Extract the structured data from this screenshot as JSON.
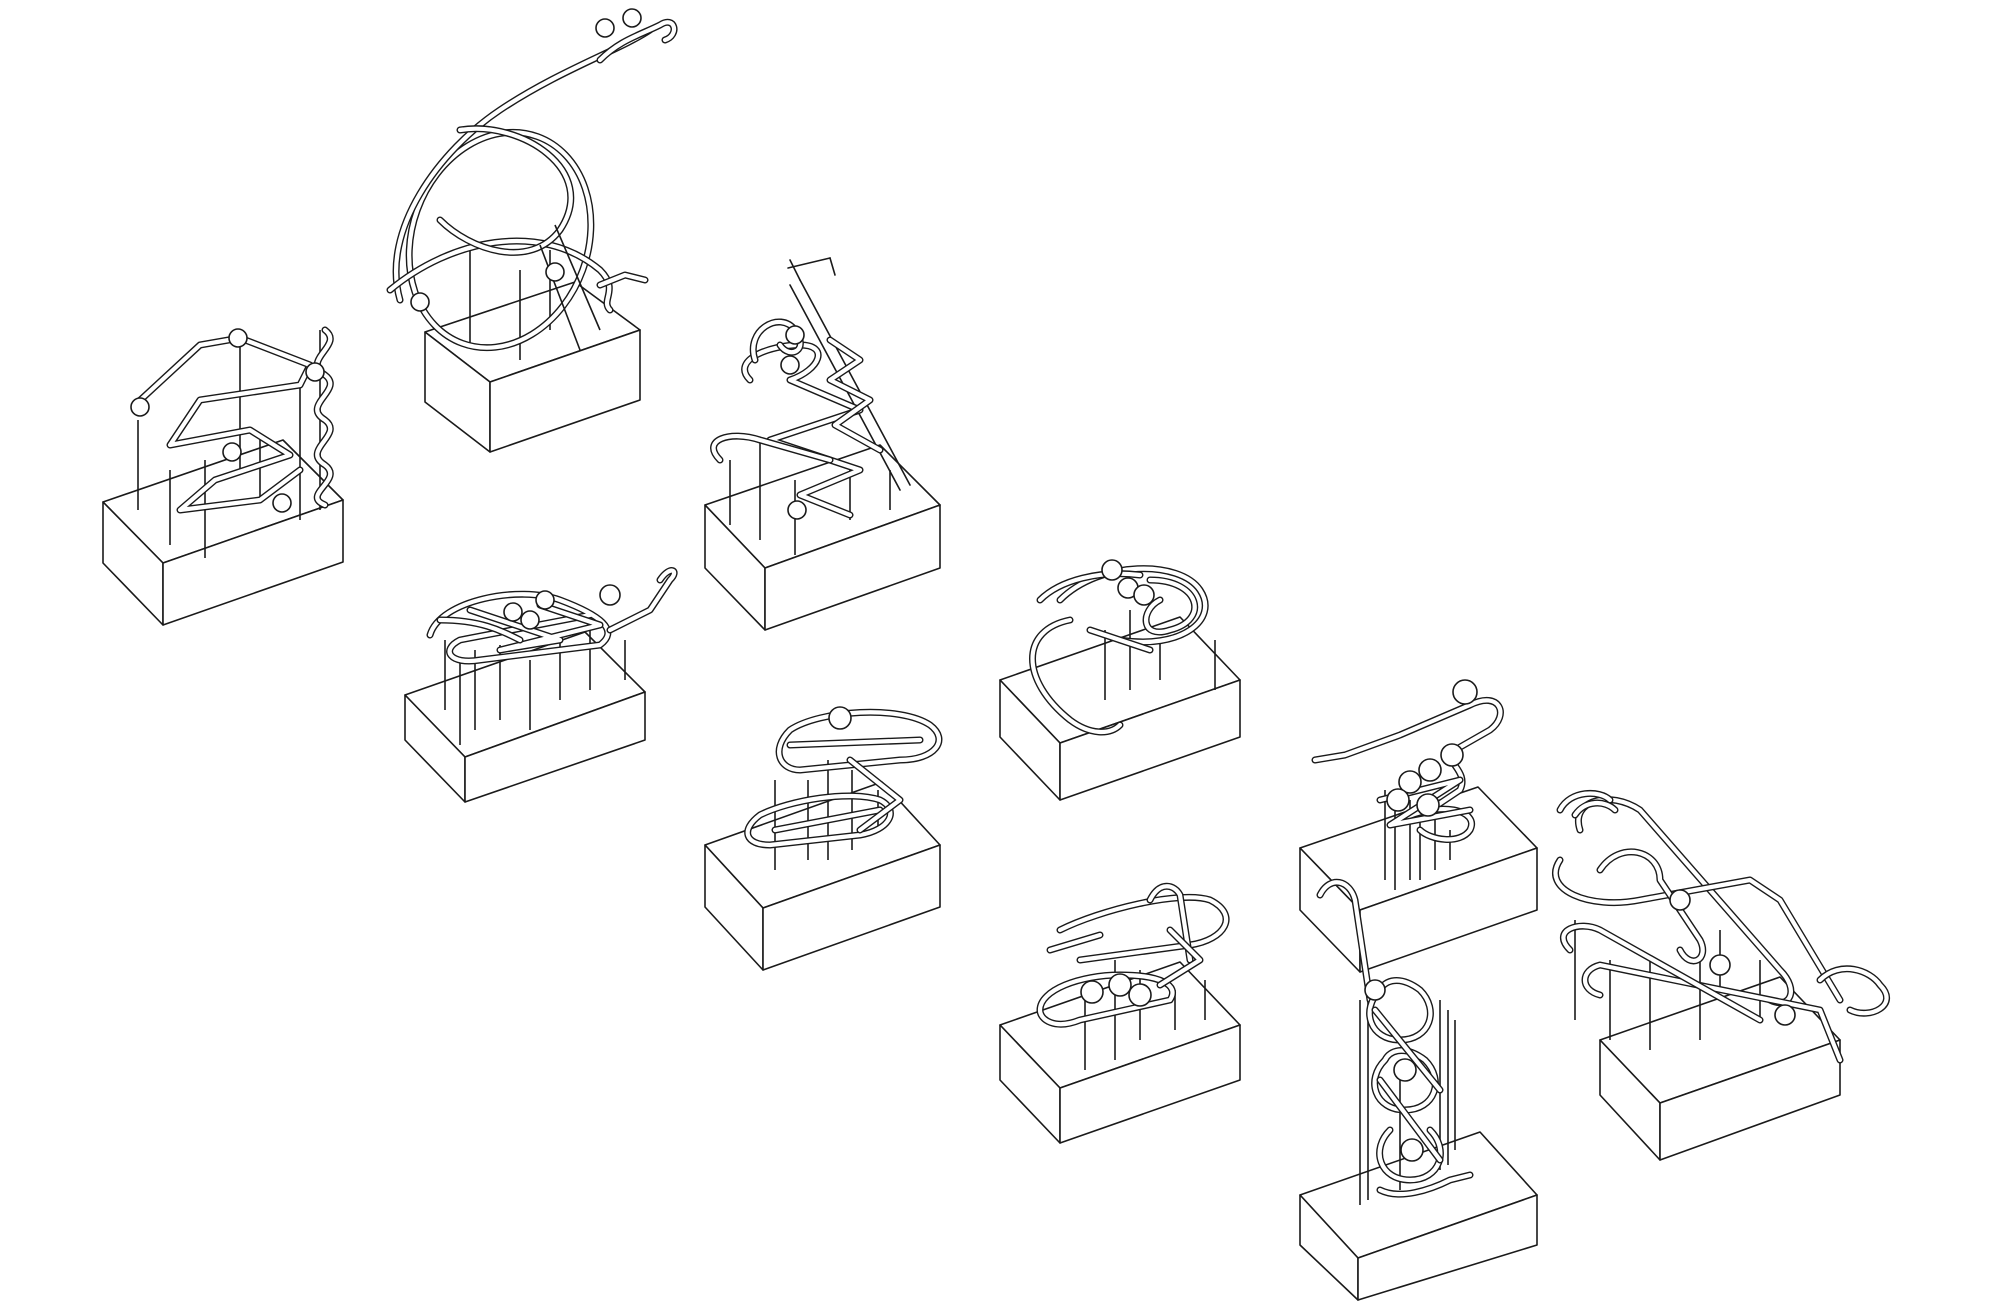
{
  "figure": {
    "background": "#ffffff",
    "line_color": "#1a1a1a",
    "sculptures": [
      {
        "id": "s1",
        "style": "zigzag-ramp"
      },
      {
        "id": "s2",
        "style": "loop-swirl"
      },
      {
        "id": "s3",
        "style": "ladder-lift"
      },
      {
        "id": "s4",
        "style": "flat-weave"
      },
      {
        "id": "s5",
        "style": "spiral-bowl"
      },
      {
        "id": "s6",
        "style": "stacked-oval"
      },
      {
        "id": "s7",
        "style": "ball-cluster"
      },
      {
        "id": "s8",
        "style": "double-oval"
      },
      {
        "id": "s9",
        "style": "tall-tower"
      },
      {
        "id": "s10",
        "style": "long-horn"
      }
    ]
  }
}
